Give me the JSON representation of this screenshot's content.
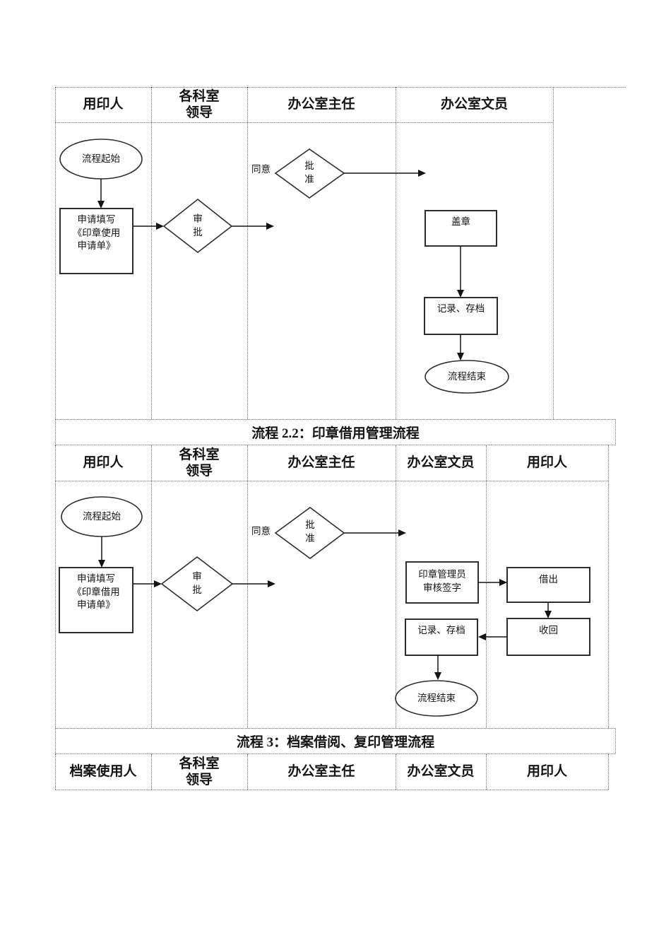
{
  "colors": {
    "background": "#ffffff",
    "grid_line": "#6f6f6f",
    "ink": "#141414",
    "shape_border": "#2d2d2d"
  },
  "section1": {
    "headers": [
      "用印人",
      "各科室\n领导",
      "办公室主任",
      "办公室文员"
    ],
    "flow": {
      "start": "流程起始",
      "apply": "申请填写\n《印章使用\n申请单》",
      "review": "审\n批",
      "agree": "同意",
      "approve": "批\n准",
      "stamp": "盖章",
      "record": "记录、存档",
      "end": "流程结束"
    }
  },
  "divider1": {
    "title": "流程 2.2：印章借用管理流程"
  },
  "section2": {
    "headers": [
      "用印人",
      "各科室\n领导",
      "办公室主任",
      "办公室文员",
      "用印人"
    ],
    "flow": {
      "start": "流程起始",
      "apply": "申请填写\n《印章借用\n申请单》",
      "review": "审\n批",
      "agree": "同意",
      "approve": "批\n准",
      "manager_sign": "印章管理员\n审核签字",
      "lend": "借出",
      "retrieve": "收回",
      "record": "记录、存档",
      "end": "流程结束"
    }
  },
  "divider2": {
    "title": "流程 3：档案借阅、复印管理流程"
  },
  "section3": {
    "headers": [
      "档案使用人",
      "各科室\n领导",
      "办公室主任",
      "办公室文员",
      "用印人"
    ]
  }
}
